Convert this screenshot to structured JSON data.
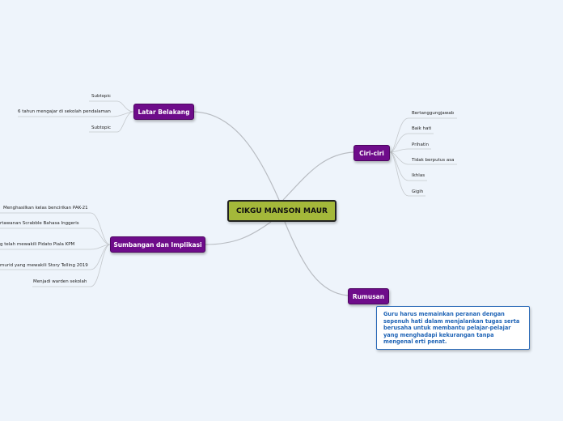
{
  "central": "CIKGU MANSON MAUR",
  "branches": {
    "latar": {
      "label": "Latar Belakang",
      "subtopics": [
        "Subtopic",
        "6 tahun mengajar di sekolah pendalaman",
        "Subtopic"
      ]
    },
    "ciri": {
      "label": "Ciri-ciri",
      "subtopics": [
        "Bertanggungjawab",
        "Baik hati",
        "Prihatin",
        "Tidak berputus asa",
        "Ikhlas",
        "Gigih"
      ]
    },
    "sumbangan": {
      "label": "Sumbangan dan Implikasi",
      "subtopics": [
        "Menghasilkan kelas bencirikan PAK-21",
        "rtawanan Scrabble Bahasa Inggeris",
        "g telah mewakili Pidato Piala KPM",
        "murid yang mewakili Story Telling 2019",
        "Menjadi warden sekolah"
      ]
    },
    "rumusan": {
      "label": "Rumusan",
      "note": "Guru harus memainkan peranan dengan sepenuh hati dalam menjalankan tugas serta berusaha untuk membantu pelajar-pelajar yang menghadapi kekurangan tanpa mengenal erti penat."
    }
  },
  "colors": {
    "central_fill": "#a4b83a",
    "branch_fill": "#6e0c8a",
    "connector": "#b8bcc2",
    "note_text": "#1e63b5",
    "background": "#eef4fb"
  }
}
